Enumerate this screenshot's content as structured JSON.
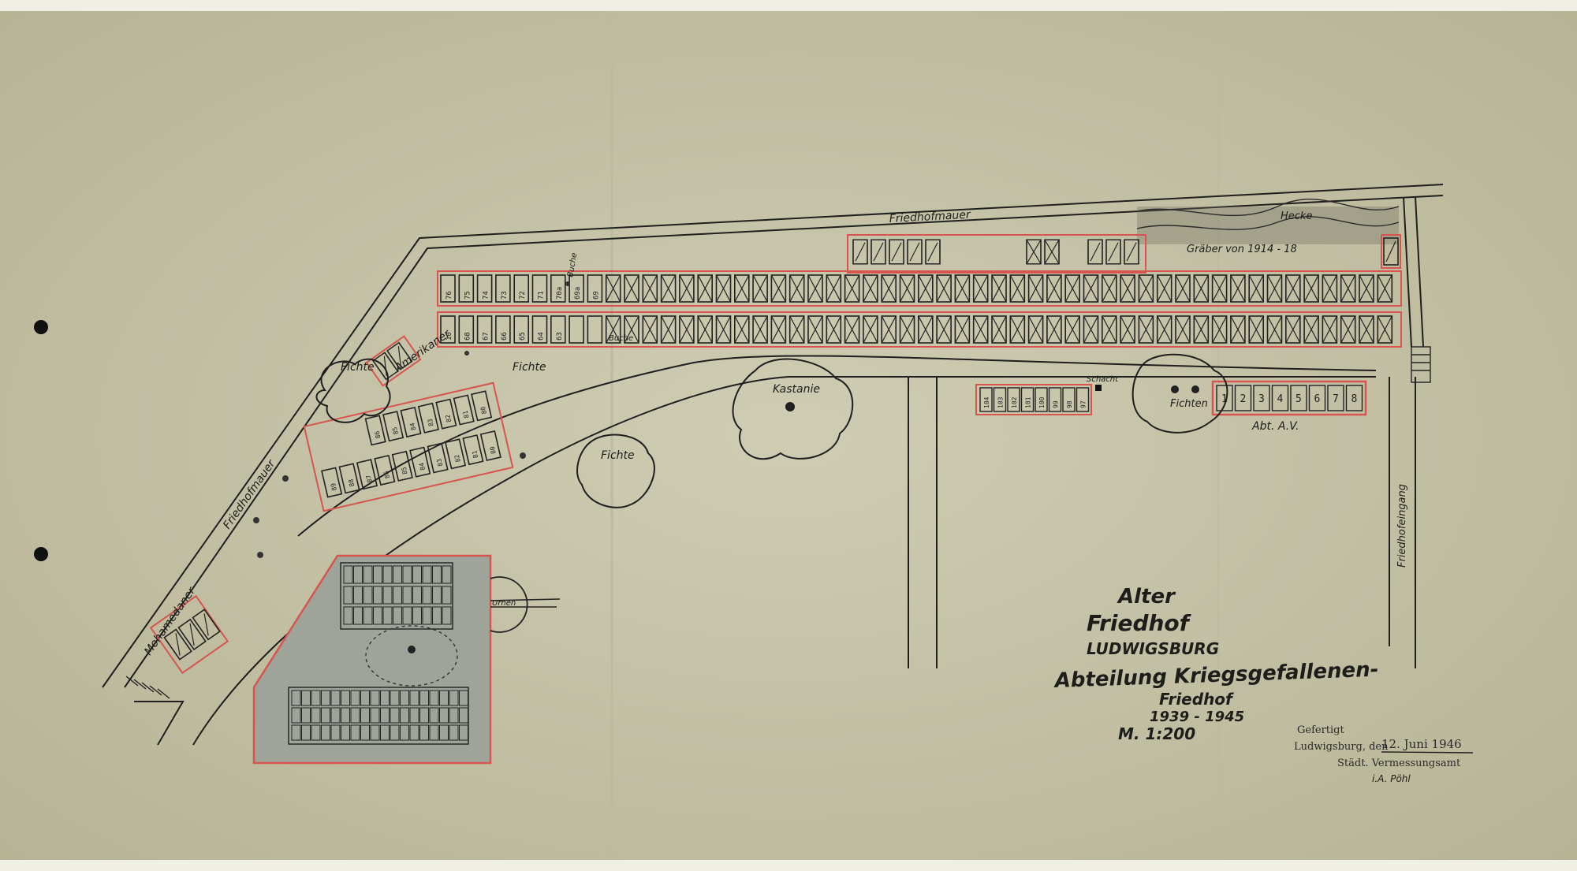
{
  "map": {
    "title_lines": [
      "Alter",
      "Friedhof",
      "LUDWIGSBURG",
      "Abteilung Kriegsgefallenen-",
      "Friedhof",
      "1939 - 1945"
    ],
    "scale": "M.    1:200",
    "labels": {
      "friedhofmauer_top": "Friedhofmauer",
      "friedhofmauer_left": "Friedhofmauer",
      "hecke": "Hecke",
      "graeber": "Gräber von 1914 - 18",
      "amerikaner": "Amerikaner",
      "fichte_1": "Fichte",
      "fichte_2": "Fichte",
      "fichte_3": "Fichte",
      "fichten": "Fichten",
      "kastanie": "Kastanie",
      "buche_1": "Buche",
      "buche_2": "Buche",
      "schacht": "Schacht",
      "abt": "Abt. A.V.",
      "friedhofeingang": "Friedhofeingang",
      "mohamedaner": "Mohamedaner",
      "urnen": "Urnen"
    },
    "numbers": {
      "row_top_unmarked": [
        "76",
        "75",
        "74",
        "73",
        "72",
        "71",
        "70a",
        "69a",
        "69"
      ],
      "row_mid_unmarked": [
        "10",
        "68",
        "67",
        "66",
        "65",
        "64",
        "63"
      ],
      "block_left_top": [
        "86",
        "85",
        "84",
        "83",
        "82",
        "81",
        "80"
      ],
      "block_left_bottom": [
        "89",
        "88",
        "87",
        "86",
        "85",
        "84",
        "83",
        "82",
        "81",
        "80"
      ],
      "row_right": [
        "104",
        "103",
        "102",
        "101",
        "100",
        "99",
        "98",
        "97"
      ],
      "abt_graves": [
        "1",
        "2",
        "3",
        "4",
        "5",
        "6",
        "7",
        "8"
      ]
    },
    "stamp": {
      "line1": "Gefertigt",
      "line2_prefix": "Ludwigsburg, den",
      "date": "12. Juni 1946",
      "line3": "Städt. Vermessungsamt",
      "signature": "i.A. Pöhl"
    },
    "colors": {
      "paper": "#c9c6aa",
      "ink": "#1d1d1a",
      "red_outline": "#d7544f",
      "shaded_area": "#9fa49a"
    }
  }
}
